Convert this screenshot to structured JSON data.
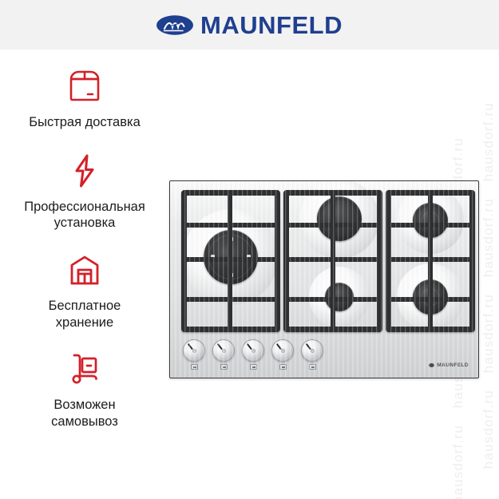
{
  "header": {
    "brand_name": "MAUNFELD",
    "brand_color": "#1f3f8f",
    "emblem_name": "maunfeld-oval-emblem",
    "background_color": "#f2f2f2"
  },
  "features": {
    "accent_color": "#d42028",
    "items": [
      {
        "icon": "box-icon",
        "label": "Быстрая доставка"
      },
      {
        "icon": "lightning-bolt-icon",
        "label": "Профессиональная\nустановка"
      },
      {
        "icon": "warehouse-icon",
        "label": "Бесплатное\nхранение"
      },
      {
        "icon": "hand-truck-icon",
        "label": "Возможен\nсамовывоз"
      }
    ]
  },
  "product": {
    "name": "gas-hob-5-burner",
    "badge_text": "MAUNFELD",
    "surface_color": "#e2e4e5",
    "grate_color": "#2f3032",
    "knob_count": 5,
    "burner_count": 5
  },
  "watermark": {
    "text": "hausdorf.ru",
    "color": "#eeeeee"
  }
}
